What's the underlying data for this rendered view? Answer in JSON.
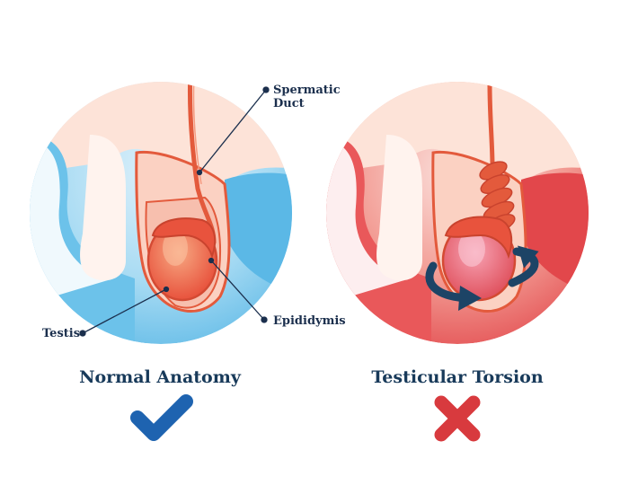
{
  "labels": {
    "spermatic_duct": "Spermatic\nDuct",
    "testis": "Testis",
    "epididymis": "Epididymis"
  },
  "panels": {
    "normal": {
      "title": "Normal Anatomy",
      "status_icon": "checkmark-icon"
    },
    "torsion": {
      "title": "Testicular Torsion",
      "status_icon": "cross-icon"
    }
  },
  "colors": {
    "normal_bg": "#5bb8e6",
    "torsion_bg": "#e2474b",
    "skin": "#fde3d8",
    "testis": "#e8533d",
    "check": "#1e63b0",
    "cross": "#d83a3e",
    "arrow": "#1d4466",
    "label_text": "#1b2f4d"
  }
}
